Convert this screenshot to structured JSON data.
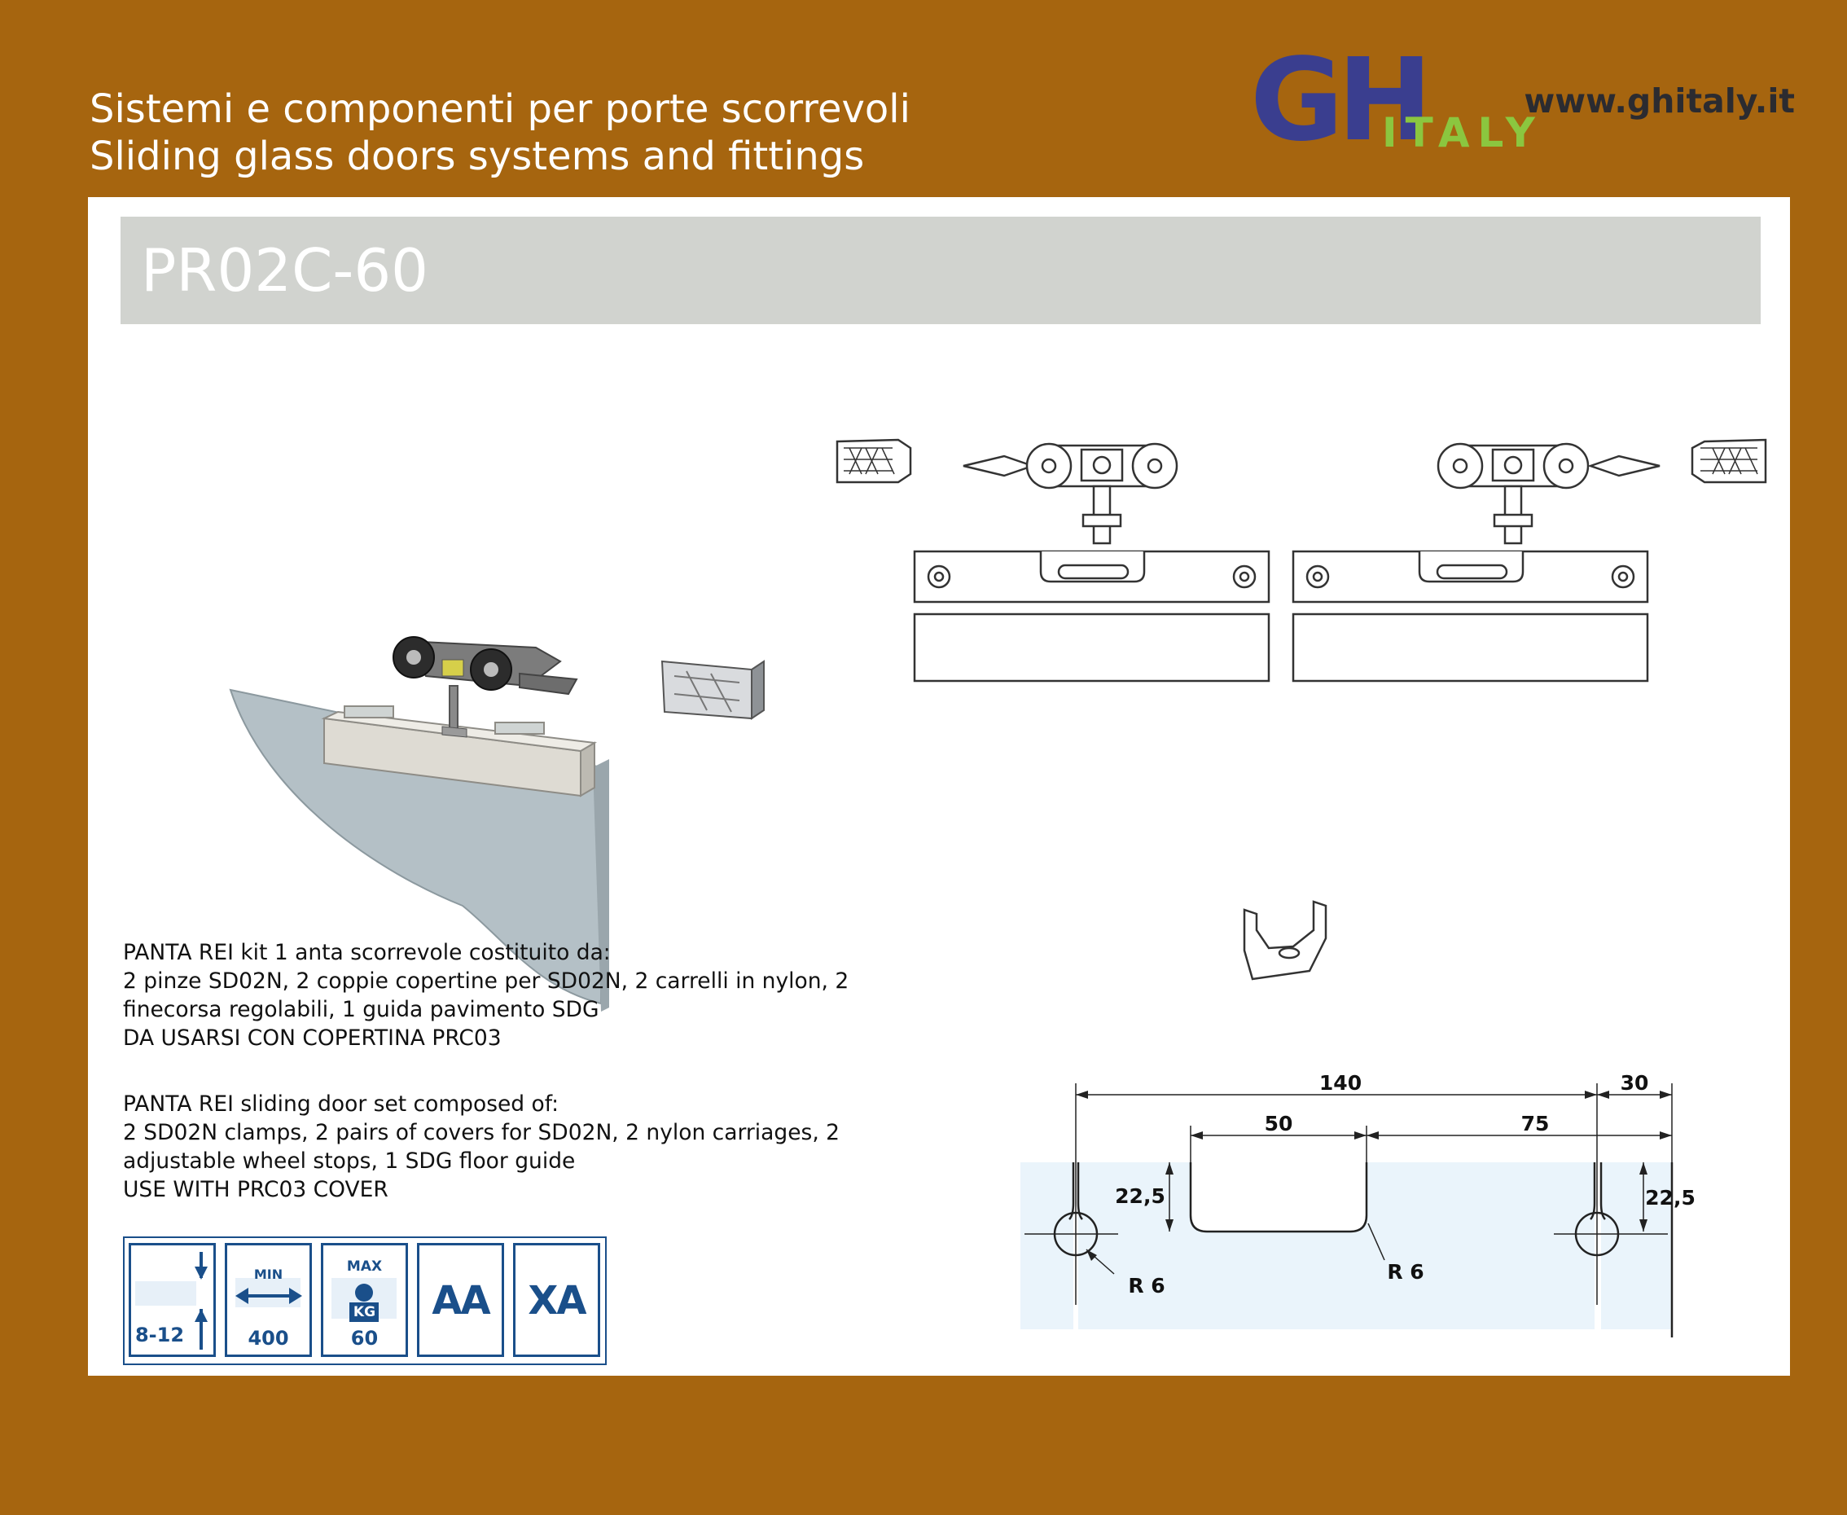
{
  "header": {
    "tagline_it": "Sistemi e componenti per porte scorrevoli",
    "tagline_en": "Sliding glass doors systems and fittings",
    "logo_main": "GH",
    "logo_sub": "ITALY",
    "website": "www.ghitaly.it"
  },
  "product": {
    "code": "PR02C-60"
  },
  "description": {
    "it": [
      "PANTA REI kit 1 anta scorrevole costituito da:",
      "2 pinze SD02N, 2 coppie copertine per SD02N, 2 carrelli in nylon, 2",
      "finecorsa regolabili, 1 guida pavimento SDG",
      "DA USARSI CON COPERTINA PRC03"
    ],
    "en": [
      "PANTA REI sliding door set composed of:",
      "2 SD02N clamps, 2 pairs of covers for SD02N, 2 nylon carriages, 2",
      "adjustable wheel stops, 1 SDG floor guide",
      "USE WITH PRC03 COVER"
    ]
  },
  "spec_icons": {
    "thickness": "8-12",
    "min_label": "MIN",
    "min_width": "400",
    "max_label": "MAX",
    "kg_label": "KG",
    "max_weight": "60",
    "code_aa": "AA",
    "code_xa": "XA"
  },
  "dimensions": {
    "d140": "140",
    "d30": "30",
    "d50": "50",
    "d75": "75",
    "d22_left": "22,5",
    "d22_right": "22,5",
    "r_left": "R 6",
    "r_right": "R 6"
  },
  "colors": {
    "background": "#a6650f",
    "logo_blue": "#3a3e8f",
    "logo_green": "#8bc63f",
    "icon_blue": "#1a4f8a",
    "title_bar": "#d1d3cf"
  }
}
